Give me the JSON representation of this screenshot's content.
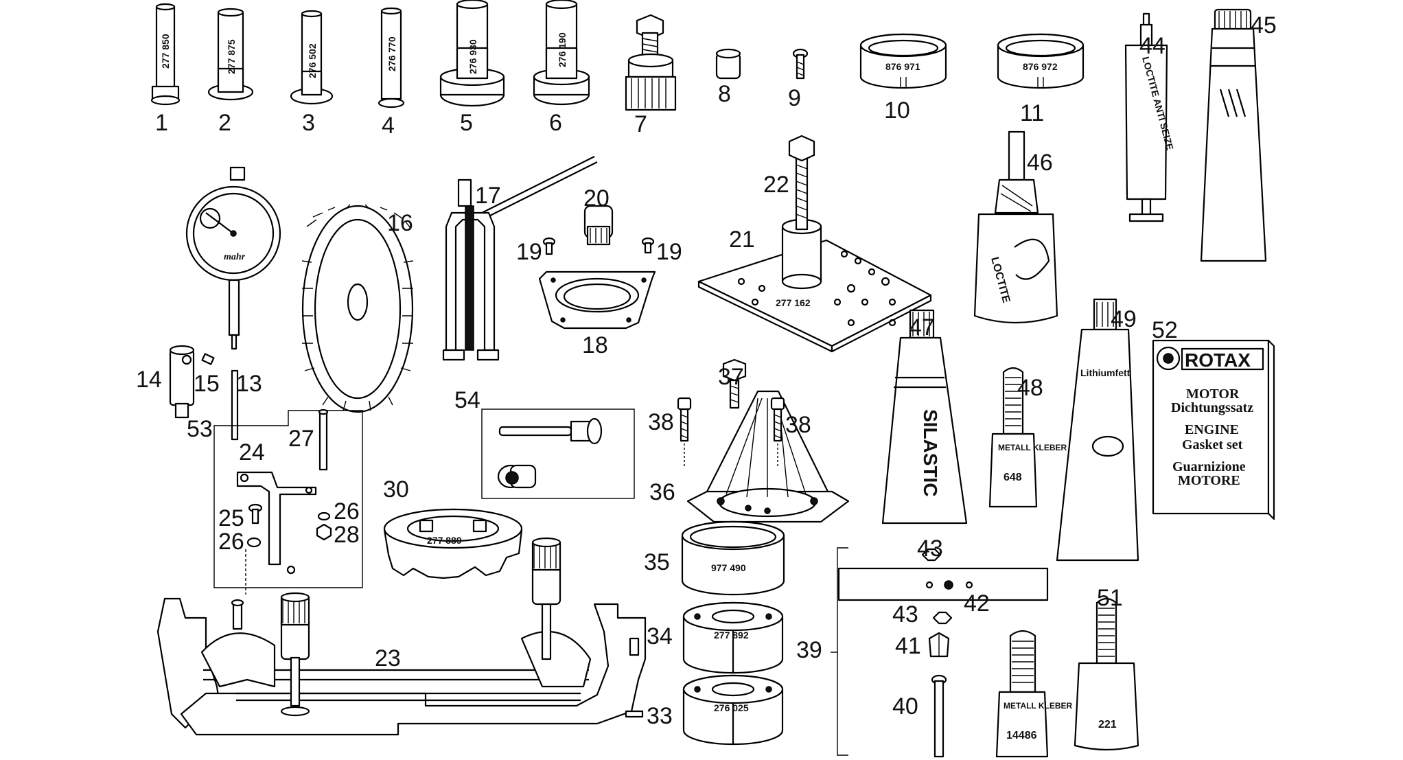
{
  "callouts": {
    "c1": "1",
    "c2": "2",
    "c3": "3",
    "c4": "4",
    "c5": "5",
    "c6": "6",
    "c7": "7",
    "c8": "8",
    "c9": "9",
    "c10": "10",
    "c11": "11",
    "c13": "13",
    "c14": "14",
    "c15": "15",
    "c16": "16",
    "c17": "17",
    "c18": "18",
    "c19a": "19",
    "c19b": "19",
    "c20": "20",
    "c21": "21",
    "c22": "22",
    "c23": "23",
    "c24": "24",
    "c25": "25",
    "c26a": "26",
    "c26b": "26",
    "c27": "27",
    "c28": "28",
    "c30": "30",
    "c33": "33",
    "c34": "34",
    "c35": "35",
    "c36": "36",
    "c37": "37",
    "c38a": "38",
    "c38b": "38",
    "c39": "39",
    "c40": "40",
    "c41": "41",
    "c42": "42",
    "c43a": "43",
    "c43b": "43",
    "c44": "44",
    "c45": "45",
    "c46": "46",
    "c47": "47",
    "c48": "48",
    "c49": "49",
    "c51": "51",
    "c52": "52",
    "c53": "53",
    "c54": "54"
  },
  "part_numbers": {
    "p1": "277 850",
    "p2": "277 875",
    "p3": "276 502",
    "p4": "276 770",
    "p5": "276 930",
    "p6": "276 190",
    "p10": "876 971",
    "p11": "876 972",
    "p21": "277 162",
    "p30": "277 889",
    "p35": "977 490",
    "p34": "277 892",
    "p33": "276 025"
  },
  "product_labels": {
    "silastic": "SILASTIC",
    "lithium": "Lithiumfett",
    "metal_kleber": "METALL KLEBER",
    "code_648": "648",
    "code_14486": "14486",
    "code_221": "221",
    "loctite": "LOCTITE",
    "loctite_anti_seize": "LOCTITE ANTI SEIZE",
    "gauge_brand": "mahr"
  },
  "gasket_box": {
    "brand": "ROTAX",
    "de_line1": "MOTOR",
    "de_line2": "Dichtungssatz",
    "en_line1": "ENGINE",
    "en_line2": "Gasket set",
    "it_line1": "Guarnizione",
    "it_line2": "MOTORE"
  }
}
